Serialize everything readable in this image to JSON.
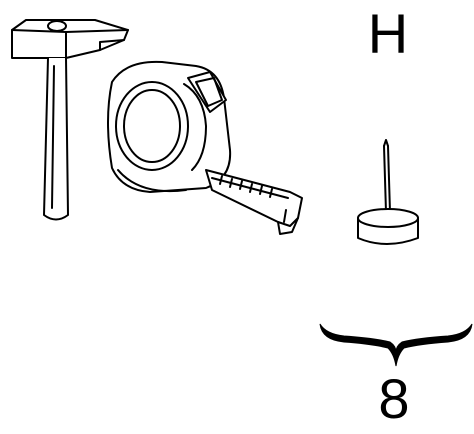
{
  "labels": {
    "h": "H",
    "eight": "8"
  },
  "icons": {
    "hammer": "hammer-icon",
    "tape_measure": "tape-measure-icon",
    "pushpin": "pushpin-icon",
    "brace": "curly-brace"
  },
  "colors": {
    "ink": "#000000",
    "background": "#ffffff"
  }
}
